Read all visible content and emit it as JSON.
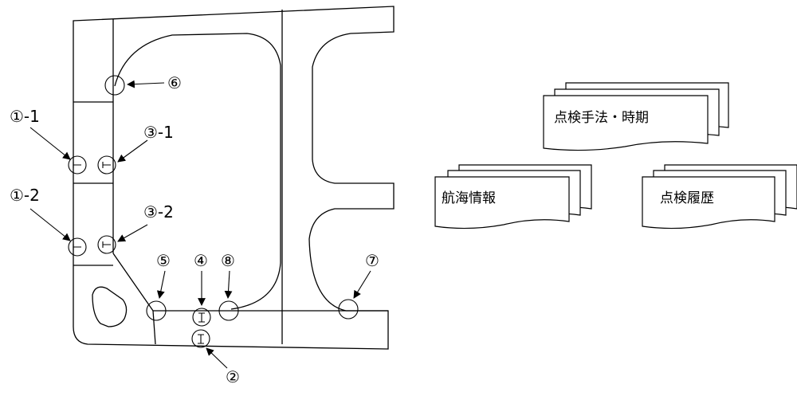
{
  "labels": {
    "l6": "⑥",
    "l1_1": "①-1",
    "l3_1": "③-1",
    "l1_2": "①-2",
    "l3_2": "③-2",
    "l5": "⑤",
    "l4": "④",
    "l8": "⑧",
    "l7": "⑦",
    "l2": "②"
  },
  "documents": {
    "inspection_method": "点検手法・時期",
    "navigation_info": "航海情報",
    "inspection_history": "点検履歴"
  },
  "colors": {
    "line": "#000000",
    "background": "#ffffff"
  }
}
